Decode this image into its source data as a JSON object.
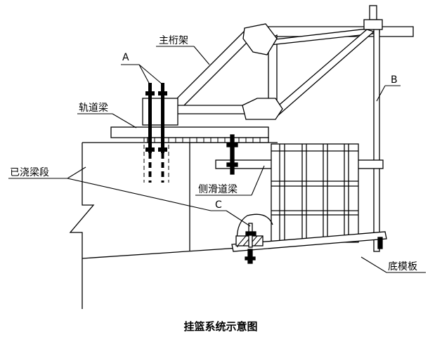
{
  "diagram": {
    "caption": "挂篮系统示意图",
    "labels": {
      "main_truss": "主桁架",
      "track_beam": "轨道梁",
      "cast_segment": "已浇梁段",
      "side_slide_beam": "侧滑道梁",
      "bottom_formwork": "底模板",
      "a": "A",
      "b": "B",
      "c": "C"
    }
  }
}
